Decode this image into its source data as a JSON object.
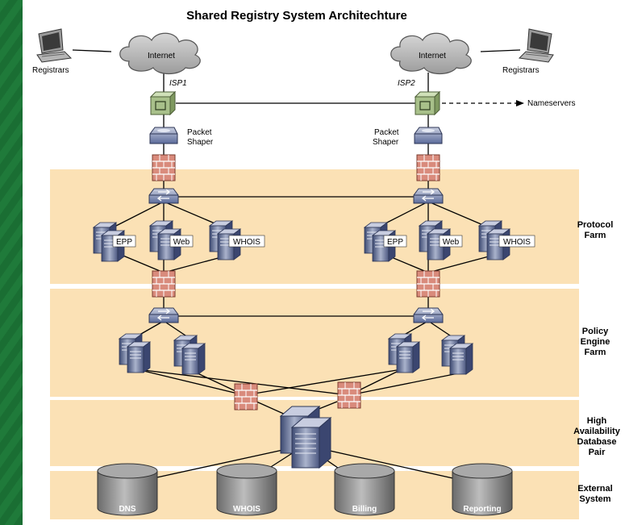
{
  "title": "Shared Registry System Architechture",
  "left": {
    "registrars": "Registrars",
    "cloud": "Internet",
    "isp": "ISP1",
    "shaper": [
      "Packet",
      "Shaper"
    ]
  },
  "right": {
    "registrars": "Registrars",
    "cloud": "Internet",
    "isp": "ISP2",
    "shaper": [
      "Packet",
      "Shaper"
    ],
    "nameservers": "Nameservers"
  },
  "protocol_servers": [
    "EPP",
    "Web",
    "WHOIS"
  ],
  "tiers": {
    "protocol": [
      "Protocol",
      "Farm"
    ],
    "policy": [
      "Policy",
      "Engine",
      "Farm"
    ],
    "database": [
      "High",
      "Availability",
      "Database",
      "Pair"
    ],
    "external": [
      "External",
      "System"
    ]
  },
  "external_systems": [
    "DNS",
    "WHOIS",
    "Billing",
    "Reporting"
  ],
  "colors": {
    "band": "#fbe1b5",
    "background_green": "#1f7a3a",
    "firewall": "#d98b7c",
    "switch": "#5b6b9a",
    "router": "#a8c08a",
    "cylinder": "#8a8a8a"
  }
}
